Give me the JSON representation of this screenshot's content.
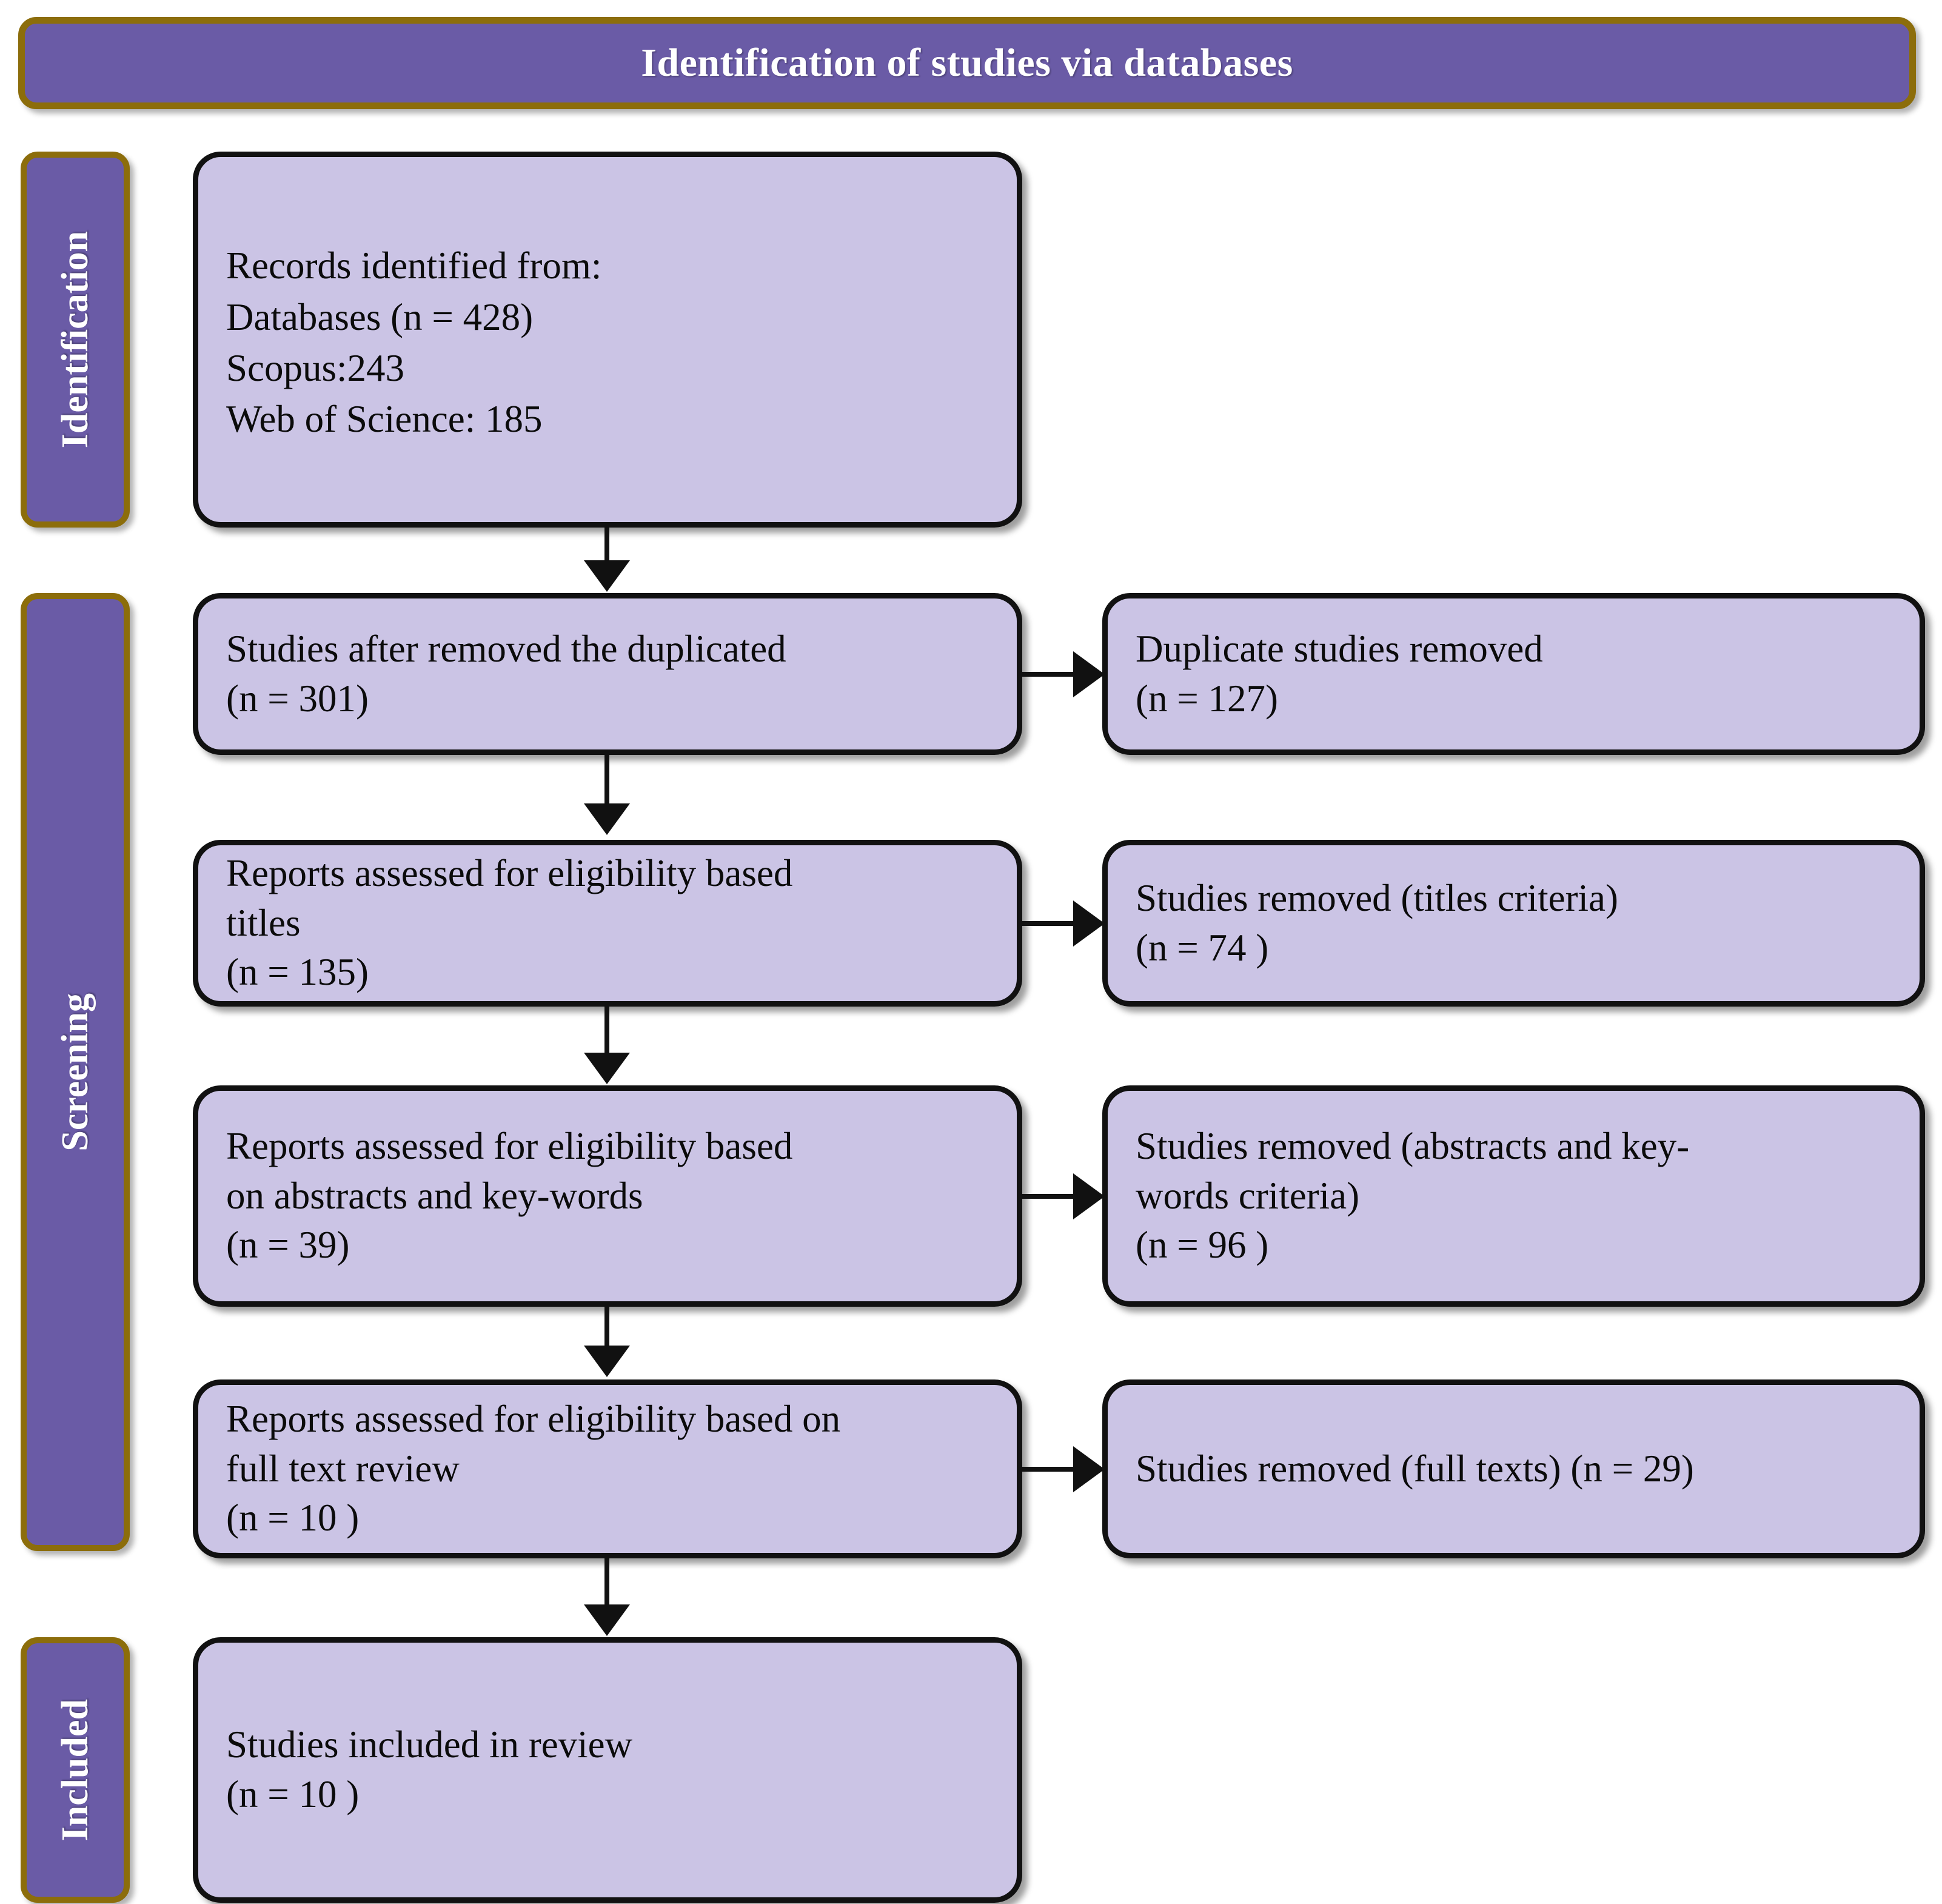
{
  "header": {
    "title": "Identification of studies via databases"
  },
  "stages": [
    {
      "key": "identification",
      "label": "Identification"
    },
    {
      "key": "screening",
      "label": "Screening"
    },
    {
      "key": "included",
      "label": "Included"
    }
  ],
  "flow": {
    "identified": {
      "line1": "Records identified from:",
      "line2": "Databases (n = 428)",
      "line3": "Scopus:243",
      "line4": "Web of Science: 185"
    },
    "deduped": {
      "line1": "Studies after removed the duplicated",
      "line2": "(n = 301)"
    },
    "dup_removed": {
      "line1": "Duplicate studies removed",
      "line2": "(n = 127)"
    },
    "titles": {
      "line1": "Reports assessed for eligibility based",
      "line2": "titles",
      "line3": "(n = 135)"
    },
    "titles_removed": {
      "line1": "Studies removed (titles criteria)",
      "line2": "(n = 74 )"
    },
    "abstracts": {
      "line1": "Reports assessed for eligibility based",
      "line2": "on abstracts and key-words",
      "line3": "(n = 39)"
    },
    "abstracts_removed": {
      "line1": "Studies removed (abstracts and key-",
      "line2": "words criteria)",
      "line3": "(n = 96 )"
    },
    "fulltext": {
      "line1": "Reports assessed for eligibility based on",
      "line2": "full text review",
      "line3": "(n = 10 )"
    },
    "fulltext_removed": {
      "line1": "Studies removed (full texts) (n = 29)"
    },
    "included": {
      "line1": "Studies included in review",
      "line2": "(n = 10 )"
    }
  },
  "colors": {
    "banner_fill": "#6A5BA6",
    "banner_border": "#8C6D0B",
    "box_fill": "#CBC4E5",
    "box_border": "#111111",
    "connector": "#111111",
    "banner_text": "#ffffff",
    "box_text": "#0b0b0b"
  },
  "chart_data": {
    "type": "diagram",
    "title": "Identification of studies via databases",
    "diagram_kind": "PRISMA flow diagram",
    "stages": [
      "Identification",
      "Screening",
      "Included"
    ],
    "nodes": [
      {
        "id": "identified",
        "stage": "Identification",
        "column": "left",
        "n": 428,
        "label": "Records identified from: Databases (n = 428) Scopus:243 Web of Science: 185"
      },
      {
        "id": "deduped",
        "stage": "Screening",
        "column": "left",
        "n": 301,
        "label": "Studies after removed the duplicated (n = 301)"
      },
      {
        "id": "dup_removed",
        "stage": "Screening",
        "column": "right",
        "n": 127,
        "label": "Duplicate studies removed (n = 127)"
      },
      {
        "id": "titles",
        "stage": "Screening",
        "column": "left",
        "n": 135,
        "label": "Reports assessed for eligibility based titles (n = 135)"
      },
      {
        "id": "titles_removed",
        "stage": "Screening",
        "column": "right",
        "n": 74,
        "label": "Studies removed (titles criteria) (n = 74 )"
      },
      {
        "id": "abstracts",
        "stage": "Screening",
        "column": "left",
        "n": 39,
        "label": "Reports assessed for eligibility based on abstracts and key-words (n = 39)"
      },
      {
        "id": "abstracts_removed",
        "stage": "Screening",
        "column": "right",
        "n": 96,
        "label": "Studies removed (abstracts and key-words criteria) (n = 96 )"
      },
      {
        "id": "fulltext",
        "stage": "Screening",
        "column": "left",
        "n": 10,
        "label": "Reports assessed for eligibility based on full text review (n = 10 )"
      },
      {
        "id": "fulltext_removed",
        "stage": "Screening",
        "column": "right",
        "n": 29,
        "label": "Studies removed (full texts) (n = 29)"
      },
      {
        "id": "included",
        "stage": "Included",
        "column": "left",
        "n": 10,
        "label": "Studies included in review (n = 10 )"
      }
    ],
    "edges": [
      {
        "from": "identified",
        "to": "deduped",
        "direction": "down"
      },
      {
        "from": "deduped",
        "to": "dup_removed",
        "direction": "right"
      },
      {
        "from": "deduped",
        "to": "titles",
        "direction": "down"
      },
      {
        "from": "titles",
        "to": "titles_removed",
        "direction": "right"
      },
      {
        "from": "titles",
        "to": "abstracts",
        "direction": "down"
      },
      {
        "from": "abstracts",
        "to": "abstracts_removed",
        "direction": "right"
      },
      {
        "from": "abstracts",
        "to": "fulltext",
        "direction": "down"
      },
      {
        "from": "fulltext",
        "to": "fulltext_removed",
        "direction": "right"
      },
      {
        "from": "fulltext",
        "to": "included",
        "direction": "down"
      }
    ]
  }
}
